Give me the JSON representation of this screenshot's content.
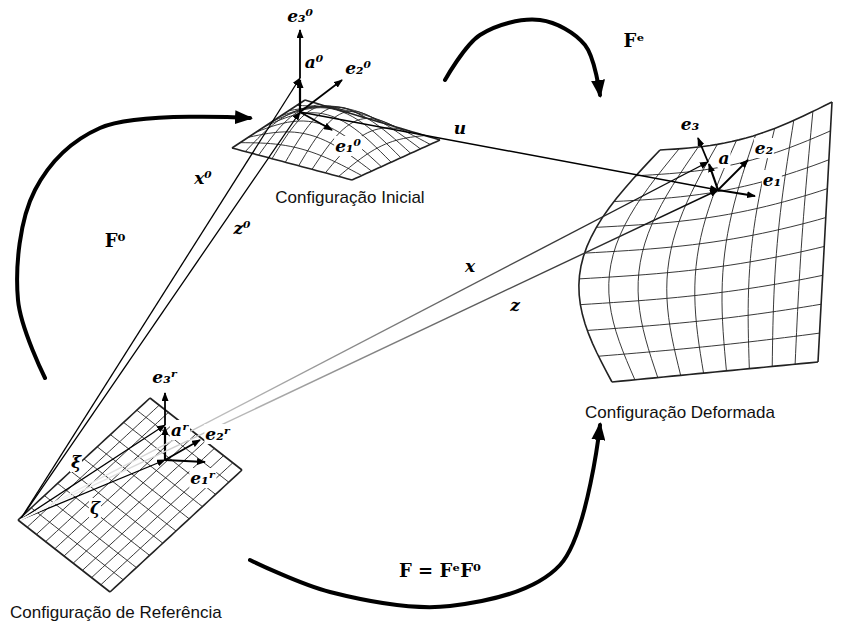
{
  "diagram": {
    "nodes": [
      {
        "text": [
          "Configuração de Referência"
        ]
      },
      {
        "text": [
          "Configuração Inicial"
        ]
      },
      {
        "text": [
          "Configuração Deformada"
        ]
      }
    ],
    "edges": [
      {
        "from": 0,
        "to": 1,
        "arrow": "to",
        "label": "F⁰"
      },
      {
        "from": 1,
        "to": 2,
        "arrow": "to",
        "label": "Fᵉ"
      },
      {
        "from": 0,
        "to": 2,
        "arrow": "to",
        "label": "F = FᵉF⁰"
      }
    ],
    "labels": [
      "e₃⁰",
      "a⁰",
      "e₂⁰",
      "e₁⁰",
      "x⁰",
      "z⁰",
      "u",
      "e₃",
      "a",
      "e₂",
      "e₁",
      "x",
      "z",
      "e₃ʳ",
      "ξ",
      "aʳ",
      "e₂ʳ",
      "e₁ʳ",
      "ζ"
    ]
  }
}
